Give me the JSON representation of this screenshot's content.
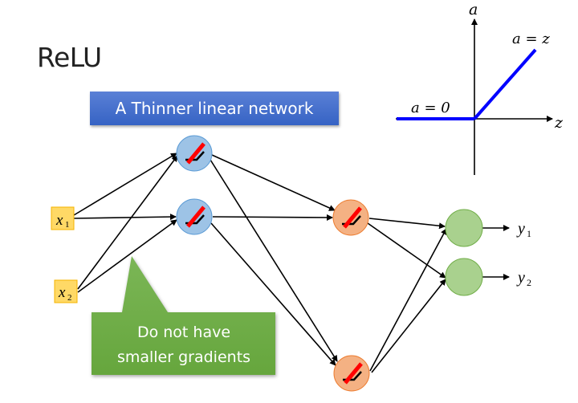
{
  "slide": {
    "title": "ReLU",
    "banner": "A Thinner linear network",
    "callout": {
      "line1": "Do not have",
      "line2": "smaller gradients"
    },
    "colors": {
      "banner": "#4472c4",
      "callout": "#70ad47",
      "hidden_layer_1": "#9dc3e6",
      "hidden_layer_2": "#f4b183",
      "output_layer": "#a9d18e",
      "input_box": "#ffd966",
      "relu_plot": "#0000ff",
      "crossout": "#ff0000"
    }
  },
  "inputs": [
    {
      "var": "x",
      "sub": "1"
    },
    {
      "var": "x",
      "sub": "2"
    }
  ],
  "outputs": [
    {
      "var": "y",
      "sub": "1"
    },
    {
      "var": "y",
      "sub": "2"
    }
  ],
  "relu_plot": {
    "y_axis_label": "a",
    "x_axis_label": "z",
    "left_piece_label": "a = 0",
    "right_piece_label": "a = z"
  },
  "network": {
    "layers": [
      "input",
      "hidden-1 (active)",
      "hidden-2 (active)",
      "output"
    ],
    "notes": "Inactive neurons removed; ReLU units act as linear in active region (red strike over ReLU glyph)"
  }
}
